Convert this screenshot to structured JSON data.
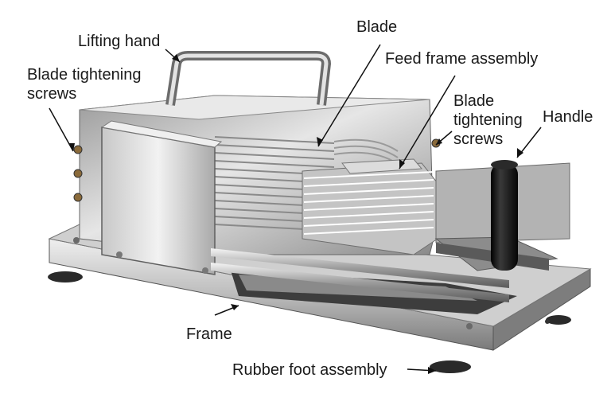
{
  "diagram": {
    "labels": {
      "lifting_hand": "Lifting hand",
      "blade": "Blade",
      "blade_tightening_screws_left": "Blade tightening\nscrews",
      "feed_frame_assembly": "Feed frame assembly",
      "blade_tightening_screws_right": "Blade\ntightening\nscrews",
      "handle": "Handle",
      "frame": "Frame",
      "rubber_foot_assembly": "Rubber foot assembly"
    },
    "colors": {
      "steel_light": "#d9d9d9",
      "steel_mid": "#a8a8a8",
      "steel_dark": "#5e5e5e",
      "handle_black": "#141414",
      "leader": "#111111"
    }
  }
}
